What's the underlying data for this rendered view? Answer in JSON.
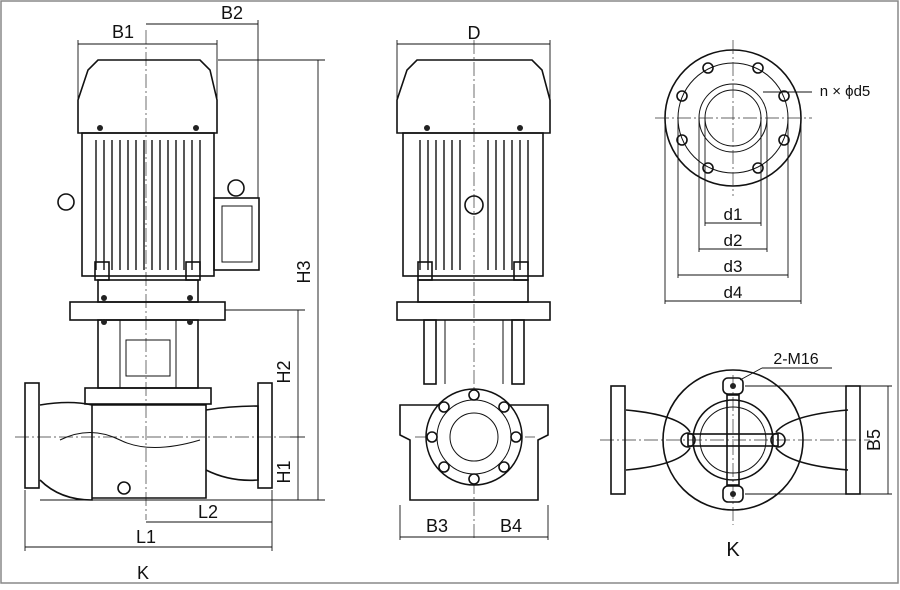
{
  "labels": {
    "front": {
      "b1": "B1",
      "b2": "B2",
      "h3": "H3",
      "h2": "H2",
      "h1": "H1",
      "l2": "L2",
      "l1": "L1",
      "k": "K"
    },
    "side": {
      "d": "D",
      "b3": "B3",
      "b4": "B4"
    },
    "flange": {
      "holes": "n × ϕd5",
      "d1": "d1",
      "d2": "d2",
      "d3": "d3",
      "d4": "d4"
    },
    "plan": {
      "bolts": "2-M16",
      "b5": "B5",
      "k": "K"
    }
  },
  "colors": {
    "line": "#111111",
    "background": "#ffffff",
    "frame": "#888888"
  }
}
